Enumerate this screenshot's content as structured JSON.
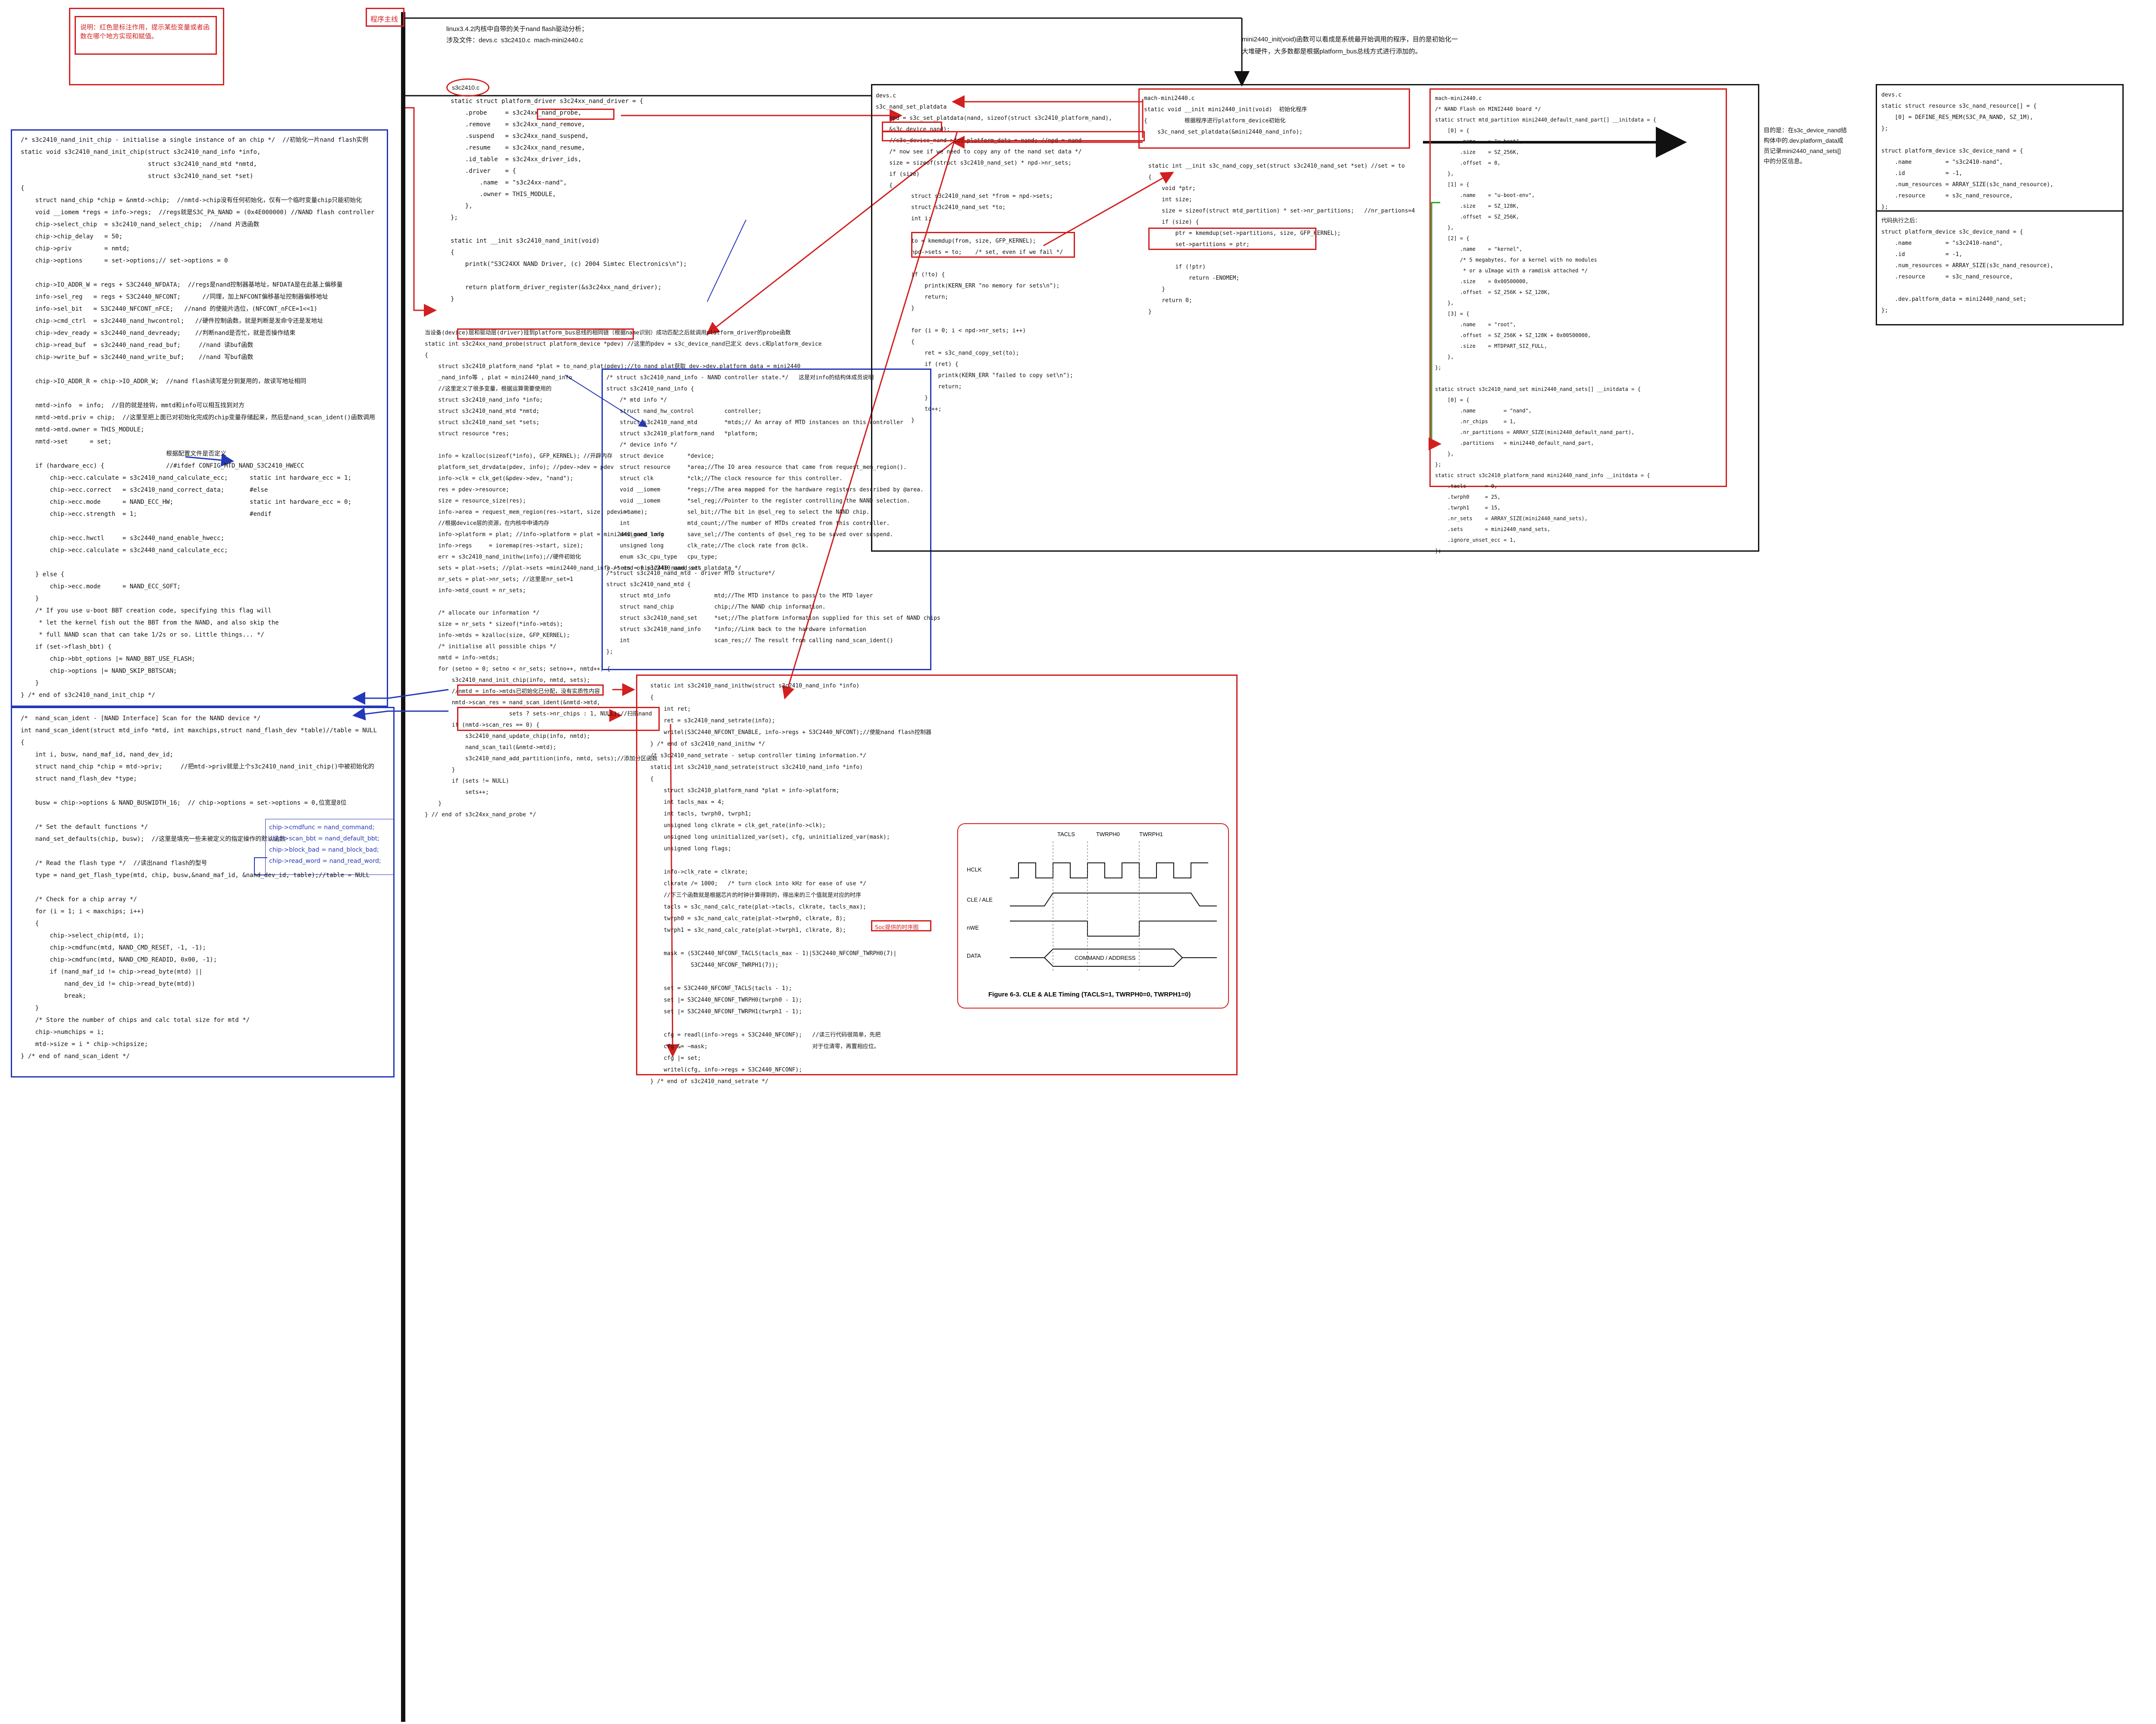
{
  "legend_note": "说明：红色是标注作用，提示某些变量或者函数在哪个地方实现和赋值。",
  "main_line_label": "程序主线",
  "intro": "linux3.4.2内核中自带的关于nand flash驱动分析；\n涉及文件：devs.c  s3c2410.c  mach-mini2440.c",
  "mini_note": "mini2440_init(void)函数可以看成是系统最开始调用的程序，目的是初始化一\n大堆硬件，大多数都是根据platform_bus总线方式进行添加的。",
  "board_note": "目的是：在s3c_device_nand结\n构体中的.dev.platform_data成\n员记录mini2440_nand_sets[]\n中的分区信息。",
  "code_init_chip": "/* s3c2410_nand_init_chip - initialise a single instance of an chip */  //初始化一片nand flash实例\nstatic void s3c2410_nand_init_chip(struct s3c2410_nand_info *info,\n                                   struct s3c2410_nand_mtd *nmtd,\n                                   struct s3c2410_nand_set *set)\n{\n    struct nand_chip *chip = &nmtd->chip;  //nmtd->chip没有任何初始化，仅有一个临时变量chip只能初始化\n    void __iomem *regs = info->regs;  //regs就是S3C_PA_NAND = (0x4E000000) //NAND flash controller\n    chip->select_chip  = s3c2410_nand_select_chip;  //nand 片选函数\n    chip->chip_delay   = 50;\n    chip->priv         = nmtd;\n    chip->options      = set->options;// set->options = 0\n\n    chip->IO_ADDR_W = regs + S3C2440_NFDATA;  //regs是nand控制器基地址，NFDATA是在此基上偏移量\n    info->sel_reg   = regs + S3C2440_NFCONT;      //同理，加上NFCONT偏移基址控制器偏移地址\n    info->sel_bit   = S3C2440_NFCONT_nFCE;   //nand 的使能片选位，(NFCONT_nFCE=1<<1)\n    chip->cmd_ctrl  = s3c2440_nand_hwcontrol;   //硬件控制函数，就是判断是发命令还是发地址\n    chip->dev_ready = s3c2440_nand_devready;    //判断nand是否忙，就是否操作结束\n    chip->read_buf  = s3c2440_nand_read_buf;     //nand 读buf函数\n    chip->write_buf = s3c2440_nand_write_buf;    //nand 写buf函数\n\n    chip->IO_ADDR_R = chip->IO_ADDR_W;  //nand flash读写是分到复用的，故读写地址相同\n\n    nmtd->info  = info;  //目的就是挂钩，mmtd和info可以相互找到对方\n    nmtd->mtd.priv = chip;  //这里至把上面已对初始化完成的chip变量存储起来，然后是nand_scan_ident()函数调用\n    nmtd->mtd.owner = THIS_MODULE;\n    nmtd->set      = set;\n                                        根据配置文件是否定义\n    if (hardware_ecc) {                 //#ifdef CONFIG_MTD_NAND_S3C2410_HWECC\n        chip->ecc.calculate = s3c2410_nand_calculate_ecc;      static int hardware_ecc = 1;\n        chip->ecc.correct   = s3c2410_nand_correct_data;       #else\n        chip->ecc.mode      = NAND_ECC_HW;                     static int hardware_ecc = 0;\n        chip->ecc.strength  = 1;                               #endif\n\n        chip->ecc.hwctl     = s3c2440_nand_enable_hwecc;\n        chip->ecc.calculate = s3c2440_nand_calculate_ecc;\n\n    } else {\n        chip->ecc.mode      = NAND_ECC_SOFT;\n    }\n    /* If you use u-boot BBT creation code, specifying this flag will\n     * let the kernel fish out the BBT from the NAND, and also skip the\n     * full NAND scan that can take 1/2s or so. Little things... */\n    if (set->flash_bbt) {\n        chip->bbt_options |= NAND_BBT_USE_FLASH;\n        chip->options |= NAND_SKIP_BBTSCAN;\n    }\n} /* end of s3c2410_nand_init_chip */",
  "code_scan_ident": "/*  nand_scan_ident - [NAND Interface] Scan for the NAND device */\nint nand_scan_ident(struct mtd_info *mtd, int maxchips,struct nand_flash_dev *table)//table = NULL\n{\n    int i, busw, nand_maf_id, nand_dev_id;\n    struct nand_chip *chip = mtd->priv;     //把mtd->priv就是上个s3c2410_nand_init_chip()中被初始化的\n    struct nand_flash_dev *type;\n\n    busw = chip->options & NAND_BUSWIDTH_16;  // chip->options = set->options = 0,位宽是8位\n\n    /* Set the default functions */\n    nand_set_defaults(chip, busw);  //这里是填充一些未被定义的指定操作的默认函数\n\n    /* Read the flash type */  //读出nand flash的型号\n    type = nand_get_flash_type(mtd, chip, busw,&nand_maf_id, &nand_dev_id, table);//table = NULL\n\n    /* Check for a chip array */\n    for (i = 1; i < maxchips; i++)\n    {\n        chip->select_chip(mtd, i);\n        chip->cmdfunc(mtd, NAND_CMD_RESET, -1, -1);\n        chip->cmdfunc(mtd, NAND_CMD_READID, 0x00, -1);\n        if (nand_maf_id != chip->read_byte(mtd) ||\n            nand_dev_id != chip->read_byte(mtd))\n            break;\n    }\n    /* Store the number of chips and calc total size for mtd */\n    chip->numchips = i;\n    mtd->size = i * chip->chipsize;\n} /* end of nand_scan_ident */",
  "code_driver": "static struct platform_driver s3c24xx_nand_driver = {\n    .probe     = s3c24xx_nand_probe,\n    .remove    = s3c24xx_nand_remove,\n    .suspend   = s3c24xx_nand_suspend,\n    .resume    = s3c24xx_nand_resume,\n    .id_table  = s3c24xx_driver_ids,\n    .driver    = {\n        .name  = \"s3c24xx-nand\",\n        .owner = THIS_MODULE,\n    },\n};\n\nstatic int __init s3c2410_nand_init(void)\n{\n    printk(\"S3C24XX NAND Driver, (c) 2004 Simtec Electronics\\n\");\n\n    return platform_driver_register(&s3c24xx_nand_driver);\n}",
  "code_probe": "当设备(device)层和驱动层(driver)挂到platform_bus总线的相同链（根据name识别）成功匹配之后就调用platform_driver的probe函数\nstatic int s3c24xx_nand_probe(struct platform_device *pdev) //这里的pdev = s3c_device_nand已定义 devs.c和platform_device\n{\n    struct s3c2410_platform_nand *plat = to_nand_plat(pdev);//to_nand_plat获取 dev->dev.platform_data = mini2440\n    _nand_info等 , plat = mini2440_nand_info\n    //这里定义了很多变量，根据运算需要使用的\n    struct s3c2410_nand_info *info;\n    struct s3c2410_nand_mtd *nmtd;\n    struct s3c2410_nand_set *sets;\n    struct resource *res;\n\n    info = kzalloc(sizeof(*info), GFP_KERNEL); //开辟内存\n    platform_set_drvdata(pdev, info); //pdev->dev = pdev\n    info->clk = clk_get(&pdev->dev, \"nand\");\n    res = pdev->resource;\n    size = resource_size(res);\n    info->area = request_mem_region(res->start, size, pdev->name);\n    //根据device层的资源，在内核中申请内存\n    info->platform = plat; //info->platform = plat = mini2440_nand_info\n    info->regs     = ioremap(res->start, size);\n    err = s3c2410_nand_inithw(info);//硬件初始化\n    sets = plat->sets; //plat->sets =mini2440_nand_info->sets = mini2440_nand_sets\n    nr_sets = plat->nr_sets; //这里是nr_set=1\n    info->mtd_count = nr_sets;\n\n    /* allocate our information */\n    size = nr_sets * sizeof(*info->mtds);\n    info->mtds = kzalloc(size, GFP_KERNEL);\n    /* initialise all possible chips */\n    nmtd = info->mtds;\n    for (setno = 0; setno < nr_sets; setno++, nmtd++) {\n        s3c2410_nand_init_chip(info, nmtd, sets);\n        //nmtd = info->mtds已初始化已分配，没有实质性内容\n        nmtd->scan_res = nand_scan_ident(&nmtd->mtd,\n                         sets ? sets->nr_chips : 1, NULL);//扫描nand\n        if (nmtd->scan_res == 0) {\n            s3c2410_nand_update_chip(info, nmtd);\n            nand_scan_tail(&nmtd->mtd);\n            s3c2410_nand_add_partition(info, nmtd, sets);//添加分区函数\n        }\n        if (sets != NULL)\n            sets++;\n    }\n} // end of s3c24xx_nand_probe */",
  "code_info": "/* struct s3c2410_nand_info - NAND controller state.*/   这是对info的结构体成员说明\nstruct s3c2410_nand_info {\n    /* mtd info */\n    struct nand_hw_control         controller;\n    struct s3c2410_nand_mtd        *mtds;// An array of MTD instances on this controller\n    struct s3c2410_platform_nand   *platform;\n    /* device info */\n    struct device       *device;\n    struct resource     *area;//The IO area resource that came from request_mem_region().\n    struct clk          *clk;//The clock resource for this controller.\n    void __iomem        *regs;//The area mapped for the hardware registers described by @area.\n    void __iomem        *sel_reg;//Pointer to the register controlling the NAND selection.\n    int                 sel_bit;//The bit in @sel_reg to select the NAND chip.\n    int                 mtd_count;//The number of MTDs created from this controller.\n    unsigned long       save_sel;//The contents of @sel_reg to be saved over suspend.\n    unsigned long       clk_rate;//The clock rate from @clk.\n    enum s3c_cpu_type   cpu_type;\n} /* end of s3c2410_nand_set_platdata */",
  "code_mtd": "/*struct s3c2410_nand_mtd - driver MTD structure*/\nstruct s3c2410_nand_mtd {\n    struct mtd_info             mtd;//The MTD instance to pass to the MTD layer\n    struct nand_chip            chip;//The NAND chip information.\n    struct s3c2410_nand_set     *set;//The platform information supplied for this set of NAND chips\n    struct s3c2410_nand_info    *info;//Link back to the hardware information\n    int                         scan_res;// The result from calling nand_scan_ident()\n};",
  "code_inithw": "static int s3c2410_nand_inithw(struct s3c2410_nand_info *info)\n{\n    int ret;\n    ret = s3c2410_nand_setrate(info);\n    writel(S3C2440_NFCONT_ENABLE, info->regs + S3C2440_NFCONT);//使能nand flash控制器\n} /* end of s3c2410_nand_inithw */\n/* s3c2410_nand_setrate - setup controller timing information.*/\nstatic int s3c2410_nand_setrate(struct s3c2410_nand_info *info)\n{\n    struct s3c2410_platform_nand *plat = info->platform;\n    int tacls_max = 4;\n    int tacls, twrph0, twrph1;\n    unsigned long clkrate = clk_get_rate(info->clk);\n    unsigned long uninitialized_var(set), cfg, uninitialized_var(mask);\n    unsigned long flags;\n\n    info->clk_rate = clkrate;\n    clkrate /= 1000;   /* turn clock into kHz for ease of use */\n    //下三个函数就是根据芯片的时钟计算得到的，得出来的三个值就是对应的时序\n    tacls = s3c_nand_calc_rate(plat->tacls, clkrate, tacls_max);\n    twrph0 = s3c_nand_calc_rate(plat->twrph0, clkrate, 8);\n    twrph1 = s3c_nand_calc_rate(plat->twrph1, clkrate, 8);\n\n    mask = (S3C2440_NFCONF_TACLS(tacls_max - 1)|S3C2440_NFCONF_TWRPH0(7)|\n            S3C2440_NFCONF_TWRPH1(7));\n\n    set = S3C2440_NFCONF_TACLS(tacls - 1);\n    set |= S3C2440_NFCONF_TWRPH0(twrph0 - 1);\n    set |= S3C2440_NFCONF_TWRPH1(twrph1 - 1);\n\n    cfg = readl(info->regs + S3C2440_NFCONF);   //读三行代码很简单，先把\n    cfg &= ~mask;                               对于位清零，再置相应位。\n    cfg |= set;\n    writel(cfg, info->regs + S3C2440_NFCONF);\n} /* end of s3c2410_nand_setrate */",
  "code_devs": "struct s3c2410_nand_set *from = npd->sets;\nstruct s3c2410_nand_set *to;\nint i;\n\nto = kmemdup(from, size, GFP_KERNEL);\nnpd->sets = to;    /* set, even if we fail */\n\nif (!to) {\n    printk(KERN_ERR \"no memory for sets\\n\");\n    return;\n}\n\nfor (i = 0; i < npd->nr_sets; i++)\n{\n    ret = s3c_nand_copy_set(to);\n    if (ret) {\n        printk(KERN_ERR \"failed to copy set\\n\");\n        return;\n    }\n    to++;\n}",
  "code_devs_head": "devs.c\ns3c_nand_set_platdata\n    npd = s3c_set_platdata(nand, sizeof(struct s3c2410_platform_nand),\n    &s3c_device_nand);\n    //s3c_device_nand->dev.platform_data = nand; //npd = nand\n    /* now see if we need to copy any of the nand set data */\n    size = sizeof(struct s3c2410_nand_set) * npd->nr_sets;\n    if (size)\n    {",
  "code_copy_set": "static int __init s3c_nand_copy_set(struct s3c2410_nand_set *set) //set = to\n{\n    void *ptr;\n    int size;\n    size = sizeof(struct mtd_partition) * set->nr_partitions;   //nr_partions=4\n    if (size) {\n        ptr = kmemdup(set->partitions, size, GFP_KERNEL);\n        set->partitions = ptr;\n\n        if (!ptr)\n            return -ENOMEM;\n    }\n    return 0;\n}",
  "code_mach": "mach-mini2440.c\nstatic void __init mini2440_init(void)  初始化程序\n{           根据程序进行platform_device初始化\n    s3c_nand_set_platdata(&mini2440_nand_info);",
  "code_board": "mach-mini2440.c\n/* NAND Flash on MINI2440 board */\nstatic struct mtd_partition mini2440_default_nand_part[] __initdata = {\n    [0] = {\n        .name    = \"u-boot\",\n        .size    = SZ_256K,\n        .offset  = 0,\n    },\n    [1] = {\n        .name    = \"u-boot-env\",\n        .size    = SZ_128K,\n        .offset  = SZ_256K,\n    },\n    [2] = {\n        .name    = \"kernel\",\n        /* 5 megabytes, for a kernel with no modules\n         * or a uImage with a ramdisk attached */\n        .size    = 0x00500000,\n        .offset  = SZ_256K + SZ_128K,\n    },\n    [3] = {\n        .name    = \"root\",\n        .offset  = SZ_256K + SZ_128K + 0x00500000,\n        .size    = MTDPART_SIZ_FULL,\n    },\n};\n\nstatic struct s3c2410_nand_set mini2440_nand_sets[] __initdata = {\n    [0] = {\n        .name         = \"nand\",\n        .nr_chips     = 1,\n        .nr_partitions = ARRAY_SIZE(mini2440_default_nand_part),\n        .partitions   = mini2440_default_nand_part,\n    },\n};\nstatic struct s3c2410_platform_nand mini2440_nand_info __initdata = {\n    .tacls      = 0,\n    .twrph0     = 25,\n    .twrph1     = 15,\n    .nr_sets    = ARRAY_SIZE(mini2440_nand_sets),\n    .sets       = mini2440_nand_sets,\n    .ignore_unset_ecc = 1,\n};",
  "code_res": "devs.c\nstatic struct resource s3c_nand_resource[] = {\n    [0] = DEFINE_RES_MEM(S3C_PA_NAND, SZ_1M),\n};\n\nstruct platform_device s3c_device_nand = {\n    .name          = \"s3c2410-nand\",\n    .id            = -1,\n    .num_resources = ARRAY_SIZE(s3c_nand_resource),\n    .resource      = s3c_nand_resource,\n};",
  "code_res2": "代码执行之后：\nstruct platform_device s3c_device_nand = {\n    .name          = \"s3c2410-nand\",\n    .id            = -1,\n    .num_resources = ARRAY_SIZE(s3c_nand_resource),\n    .resource      = s3c_nand_resource,\n\n    .dev.paltform_data = mini2440_nand_set;\n};",
  "s3c2410_tag": "s3c2410.c",
  "timing": {
    "caption": "Figure 6-3. CLE & ALE Timing (TACLS=1, TWRPH0=0, TWRPH1=0)",
    "signals": [
      "HCLK",
      "CLE / ALE",
      "nWE",
      "DATA"
    ],
    "labels": [
      "TACLS",
      "TWRPH0",
      "TWRPH1"
    ],
    "data_label": "COMMAND / ADDRESS",
    "note": "Soc提供的时序图"
  }
}
